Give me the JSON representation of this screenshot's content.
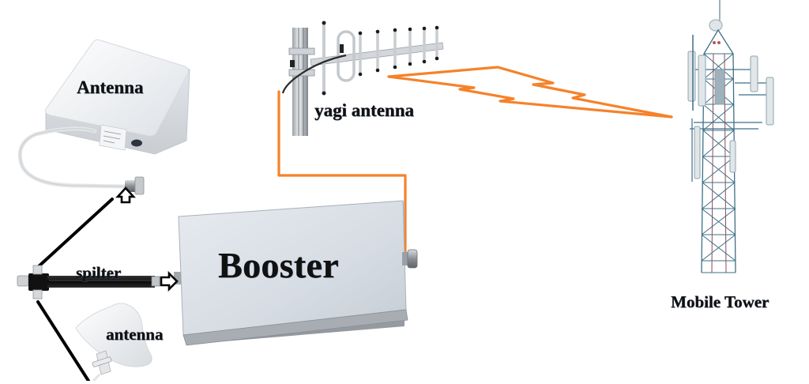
{
  "diagram": {
    "title": "Mobile signal booster installation",
    "colors": {
      "signal_cable": "#f5822a",
      "indoor_cable": "#000000",
      "booster_body": "#d9dfe6",
      "tower_steel": "#3f6f86",
      "background": "#ffffff"
    },
    "components": {
      "panel_antenna": {
        "label": "Antenna",
        "icon": "panel-antenna-icon"
      },
      "yagi_antenna": {
        "label": "yagi antenna",
        "icon": "yagi-antenna-icon"
      },
      "booster": {
        "label": "Booster",
        "icon": "booster-box-icon"
      },
      "splitter": {
        "label": "spilter",
        "icon": "splitter-icon"
      },
      "dome_antenna": {
        "label": "antenna",
        "icon": "ceiling-dome-antenna-icon"
      },
      "mobile_tower": {
        "label": "Mobile Tower",
        "icon": "cell-tower-icon"
      }
    },
    "connections": [
      {
        "from": "mobile_tower",
        "to": "yagi_antenna",
        "type": "wireless signal (lightning bolt)"
      },
      {
        "from": "yagi_antenna",
        "to": "booster",
        "type": "coax cable"
      },
      {
        "from": "splitter",
        "to": "booster",
        "type": "arrow"
      },
      {
        "from": "splitter",
        "to": "panel_antenna",
        "type": "cable with arrow"
      },
      {
        "from": "splitter",
        "to": "dome_antenna",
        "type": "cable"
      }
    ]
  }
}
